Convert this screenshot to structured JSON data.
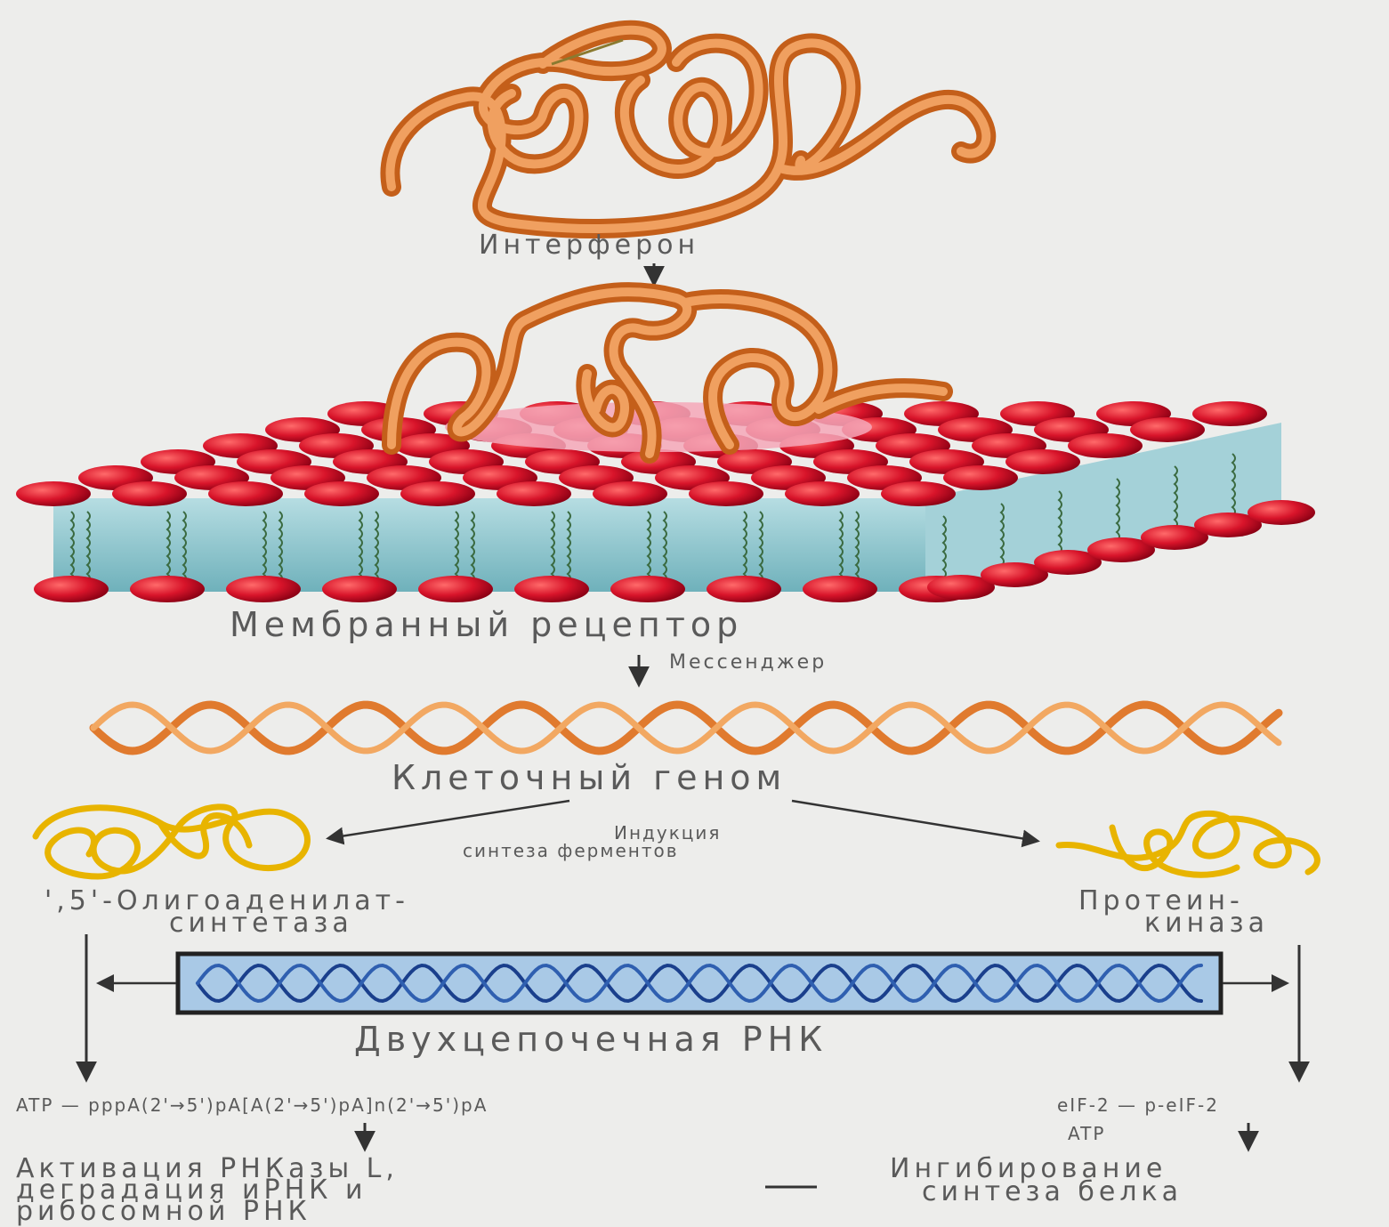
{
  "labels": {
    "interferon": "Интерферон",
    "receptor": "Мембранный рецептор",
    "messenger": "Мессенджер",
    "genome": "Клеточный геном",
    "induction_line1": "Индукция",
    "induction_line2": "синтеза ферментов",
    "oligo_line1": "',5'-Олигоаденилат-",
    "oligo_line2": "синтетаза",
    "kinase_line1": "Протеин-",
    "kinase_line2": "киназа",
    "dsrna": "Двухцепочечная РНК",
    "reaction_left": "ATP — pppA(2'→5')pA[A(2'→5')pA]n(2'→5')pA",
    "reaction_right": "eIF-2 — p-eIF-2",
    "atp_small": "ATP",
    "outcome_left_1": "Активация РНКазы L,",
    "outcome_left_2": "деградация иРНК и",
    "outcome_left_3": "рибосомной РНК",
    "outcome_right_1": "Ингибирование",
    "outcome_right_2": "синтеза белка"
  },
  "colors": {
    "protein": "#e07a2e",
    "protein_inner": "#f5b070",
    "lipid_head": "#d8142a",
    "lipid_tail_fill": "#8ec7cf",
    "helix_orange": "#e88a3e",
    "enzyme_yellow": "#e8b400",
    "dsrna_box": "#a9c9e6",
    "dsrna_strand": "#1a3f8c",
    "arrow": "#333333"
  }
}
